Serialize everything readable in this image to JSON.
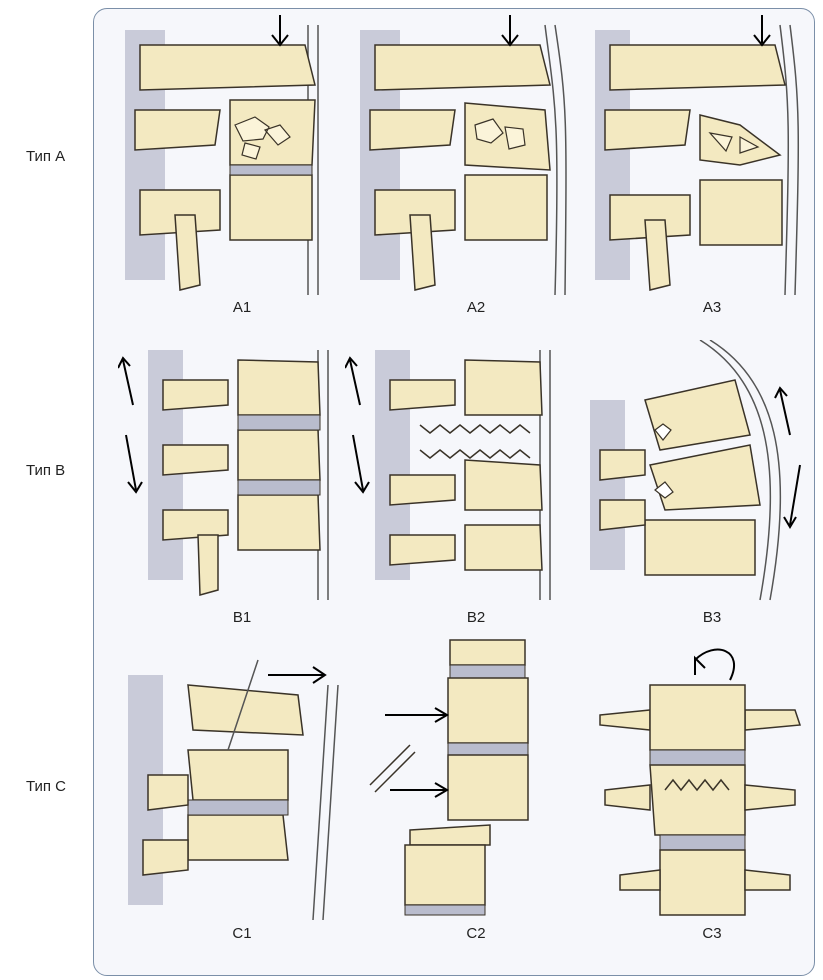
{
  "rows": [
    {
      "label": "Тип A",
      "captions": [
        "A1",
        "A2",
        "A3"
      ]
    },
    {
      "label": "Тип B",
      "captions": [
        "B1",
        "B2",
        "B3"
      ]
    },
    {
      "label": "Тип C",
      "captions": [
        "C1",
        "C2",
        "C3"
      ]
    }
  ],
  "colors": {
    "bone": "#f3e9c1",
    "outline": "#3a3328",
    "disc": "#b9bccd",
    "ligament": "#9aa0b4",
    "frame": "#7b8fa8"
  }
}
